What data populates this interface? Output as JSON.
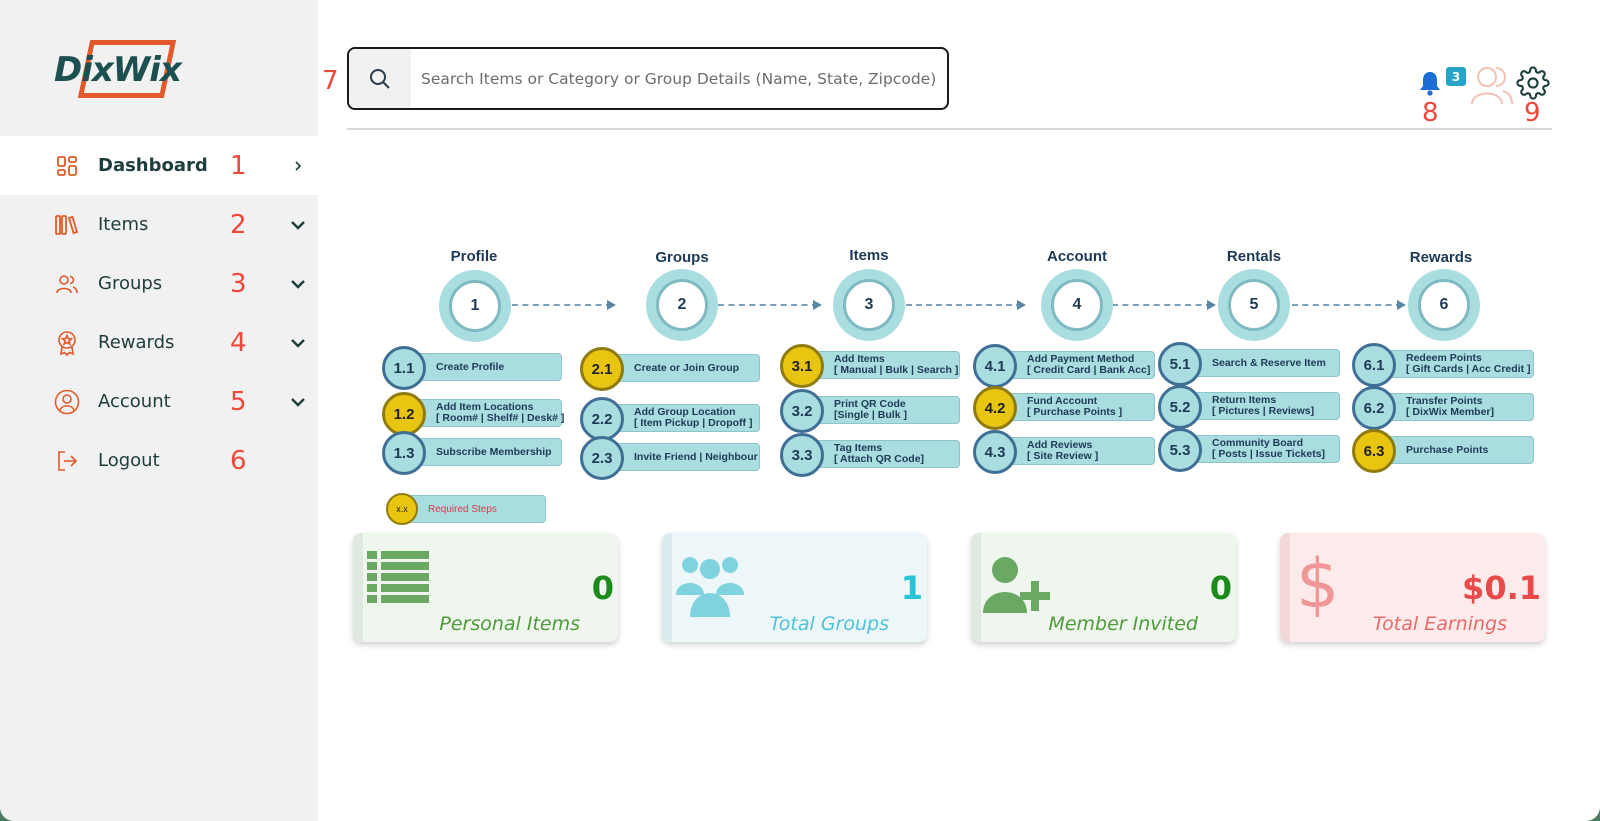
{
  "brand": {
    "name": "DixWix"
  },
  "sidebar": {
    "items": [
      {
        "label": "Dashboard",
        "num": "1",
        "icon": "dashboard-icon",
        "active": true
      },
      {
        "label": "Items",
        "num": "2",
        "icon": "books-icon"
      },
      {
        "label": "Groups",
        "num": "3",
        "icon": "users-icon"
      },
      {
        "label": "Rewards",
        "num": "4",
        "icon": "award-icon"
      },
      {
        "label": "Account",
        "num": "5",
        "icon": "user-circle-icon"
      },
      {
        "label": "Logout",
        "num": "6",
        "icon": "logout-icon"
      }
    ]
  },
  "header": {
    "search_num": "7",
    "search_placeholder": "Search Items or Category or Group Details (Name, State, Zipcode)",
    "notifications_count": "3",
    "bell_num": "8",
    "settings_num": "9"
  },
  "steps": {
    "stages": [
      {
        "title": "Profile",
        "num": "1",
        "subs": [
          {
            "id": "1.1",
            "lines": [
              "Create Profile"
            ],
            "required": false
          },
          {
            "id": "1.2",
            "lines": [
              "Add Item Locations",
              "[ Room# | Shelf# | Desk# ]"
            ],
            "required": true
          },
          {
            "id": "1.3",
            "lines": [
              "Subscribe Membership"
            ],
            "required": false
          }
        ]
      },
      {
        "title": "Groups",
        "num": "2",
        "subs": [
          {
            "id": "2.1",
            "lines": [
              "Create or Join Group"
            ],
            "required": true
          },
          {
            "id": "2.2",
            "lines": [
              "Add Group Location",
              "[ Item Pickup | Dropoff ]"
            ],
            "required": false
          },
          {
            "id": "2.3",
            "lines": [
              "Invite Friend | Neighbour"
            ],
            "required": false
          }
        ]
      },
      {
        "title": "Items",
        "num": "3",
        "subs": [
          {
            "id": "3.1",
            "lines": [
              "Add Items",
              "[ Manual | Bulk | Search ]"
            ],
            "required": true
          },
          {
            "id": "3.2",
            "lines": [
              "Print QR Code",
              "[Single | Bulk ]"
            ],
            "required": false
          },
          {
            "id": "3.3",
            "lines": [
              "Tag Items",
              "[ Attach QR Code]"
            ],
            "required": false
          }
        ]
      },
      {
        "title": "Account",
        "num": "4",
        "subs": [
          {
            "id": "4.1",
            "lines": [
              "Add Payment Method",
              "[ Credit Card | Bank Acc]"
            ],
            "required": false
          },
          {
            "id": "4.2",
            "lines": [
              "Fund Account",
              "[ Purchase Points ]"
            ],
            "required": true
          },
          {
            "id": "4.3",
            "lines": [
              "Add Reviews",
              "[ Site Review ]"
            ],
            "required": false
          }
        ]
      },
      {
        "title": "Rentals",
        "num": "5",
        "subs": [
          {
            "id": "5.1",
            "lines": [
              "Search & Reserve Item"
            ],
            "required": false
          },
          {
            "id": "5.2",
            "lines": [
              "Return Items",
              "[ Pictures | Reviews]"
            ],
            "required": false
          },
          {
            "id": "5.3",
            "lines": [
              "Community Board",
              "[ Posts | Issue Tickets]"
            ],
            "required": false
          }
        ]
      },
      {
        "title": "Rewards",
        "num": "6",
        "subs": [
          {
            "id": "6.1",
            "lines": [
              "Redeem Points",
              "[ Gift Cards | Acc Credit ]"
            ],
            "required": false
          },
          {
            "id": "6.2",
            "lines": [
              "Transfer Points",
              "[ DixWix Member]"
            ],
            "required": false
          },
          {
            "id": "6.3",
            "lines": [
              "Purchase Points"
            ],
            "required": true
          }
        ]
      }
    ],
    "legend": {
      "id": "x.x",
      "label": "Required Steps"
    }
  },
  "cards": [
    {
      "label": "Personal Items",
      "value": "0",
      "icon": "list-icon",
      "bg": "#eef6ee",
      "stripe": "#dfe9df",
      "color": "#1c8a1c",
      "label_color": "#4f9a3c",
      "icon_color": "#6aa863"
    },
    {
      "label": "Total Groups",
      "value": "1",
      "icon": "group-icon",
      "bg": "#edf7f9",
      "stripe": "#dcebee",
      "color": "#27c3d6",
      "label_color": "#4ec3d8",
      "icon_color": "#7fd3de"
    },
    {
      "label": "Member Invited",
      "value": "0",
      "icon": "user-plus-icon",
      "bg": "#eef6ee",
      "stripe": "#dfe9df",
      "color": "#1c8a1c",
      "label_color": "#4f9a3c",
      "icon_color": "#6aa863"
    },
    {
      "label": "Total Earnings",
      "value": "$0.1",
      "icon": "dollar-icon",
      "bg": "#fdeaea",
      "stripe": "#f3d8d8",
      "color": "#e84a4a",
      "label_color": "#e86a6a",
      "icon_color": "#f19696"
    }
  ],
  "colors": {
    "accent": "#e25a2b",
    "annotation": "#f0473b",
    "brand_dark": "#1c4f4f",
    "required": "#e8c511"
  }
}
